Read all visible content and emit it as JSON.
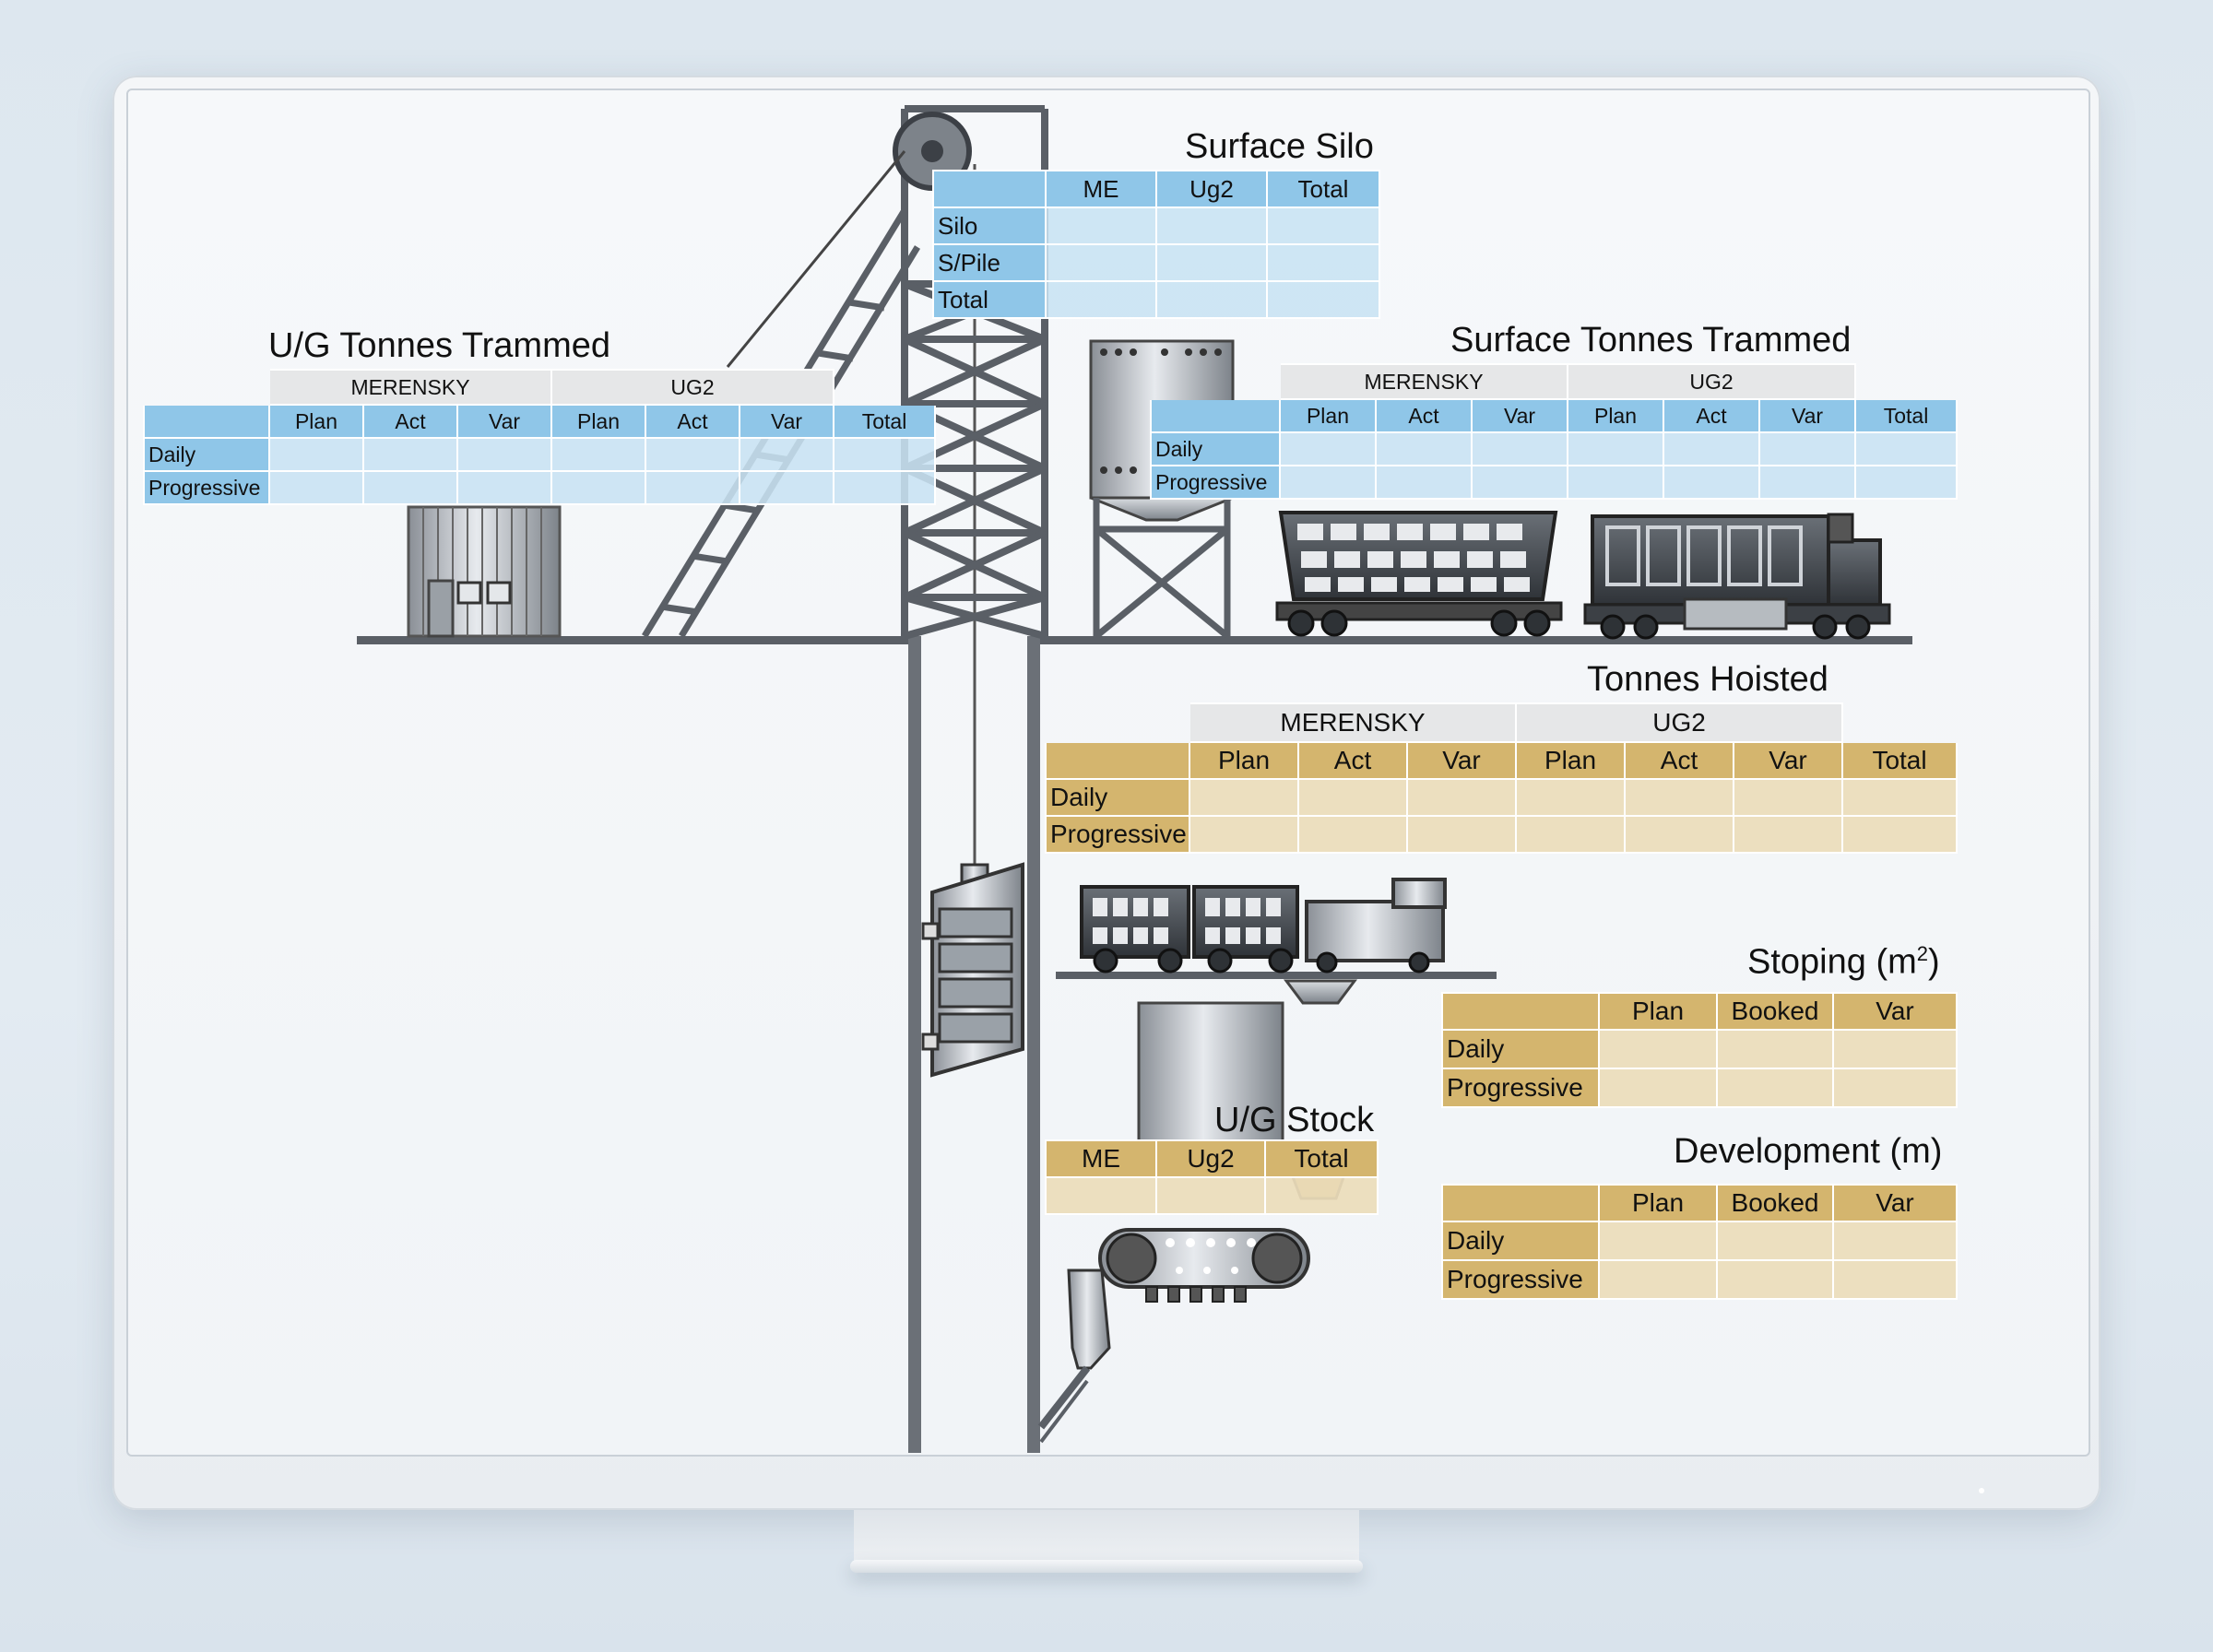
{
  "ug_tonnes_trammed": {
    "title": "U/G Tonnes Trammed",
    "groups": [
      "MERENSKY",
      "UG2"
    ],
    "columns": [
      "Plan",
      "Act",
      "Var",
      "Plan",
      "Act",
      "Var",
      "Total"
    ],
    "rows": [
      "Daily",
      "Progressive"
    ]
  },
  "surface_silo": {
    "title": "Surface Silo",
    "columns": [
      "ME",
      "Ug2",
      "Total"
    ],
    "rows": [
      "Silo",
      "S/Pile",
      "Total"
    ]
  },
  "surface_tonnes_trammed": {
    "title": "Surface Tonnes Trammed",
    "groups": [
      "MERENSKY",
      "UG2"
    ],
    "columns": [
      "Plan",
      "Act",
      "Var",
      "Plan",
      "Act",
      "Var",
      "Total"
    ],
    "rows": [
      "Daily",
      "Progressive"
    ]
  },
  "tonnes_hoisted": {
    "title": "Tonnes Hoisted",
    "groups": [
      "MERENSKY",
      "UG2"
    ],
    "columns": [
      "Plan",
      "Act",
      "Var",
      "Plan",
      "Act",
      "Var",
      "Total"
    ],
    "rows": [
      "Daily",
      "Progressive"
    ]
  },
  "stoping": {
    "title": "Stoping (m",
    "title_sup": "2",
    "title_end": ")",
    "columns": [
      "Plan",
      "Booked",
      "Var"
    ],
    "rows": [
      "Daily",
      "Progressive"
    ]
  },
  "ug_stock": {
    "title": "U/G Stock",
    "columns": [
      "ME",
      "Ug2",
      "Total"
    ]
  },
  "development": {
    "title": "Development (m)",
    "columns": [
      "Plan",
      "Booked",
      "Var"
    ],
    "rows": [
      "Daily",
      "Progressive"
    ]
  },
  "colors": {
    "surface_table_header": "#8fc6e8",
    "surface_table_cell": "#c8e3f3",
    "underground_table_header": "#d4b56e",
    "underground_table_cell": "#ecdcba",
    "group_header": "#e6e7e8",
    "structure": "#5a5f66"
  }
}
